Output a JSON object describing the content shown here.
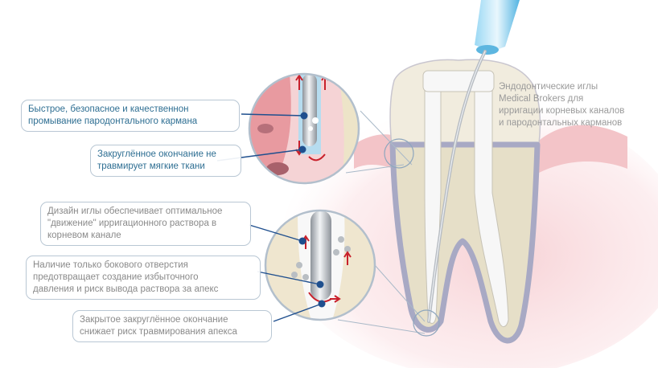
{
  "caption": {
    "lines": [
      "Эндодонтические иглы",
      "Medical Brokers для",
      "ирригации корневых каналов",
      "и пародонтальных карманов"
    ]
  },
  "callouts": [
    {
      "lines": [
        "Быстрое, безопасное и качественнон",
        "промывание пародонтального кармана"
      ]
    },
    {
      "lines": [
        "Закруглённое окончание не",
        "травмирует мягкие ткани"
      ]
    },
    {
      "lines": [
        "Дизайн иглы обеспечивает оптимальное",
        "\"движение\" ирригационного раствора в",
        "корневом канале"
      ]
    },
    {
      "lines": [
        "Наличие только бокового отверстия",
        "предотвращает создание избыточного",
        "давления и риск вывода раствора за апекс"
      ]
    },
    {
      "lines": [
        "Закрытое закруглённое окончание",
        "снижает риск травмирования апекса"
      ]
    }
  ],
  "colors": {
    "gum": "#f3c4c8",
    "gum_glow": "#fbe3e6",
    "enamel": "#ece4d0",
    "dentin": "#e3dcc6",
    "root_outline": "#a8a9c4",
    "canal": "#f7f7f7",
    "needle_hub": "#6cc3ec",
    "needle_metal": "#c4c8cc",
    "arrow_red": "#c8202b",
    "dot_blue": "#1f4f8e",
    "callout_border": "#b9c7d4",
    "text_blue": "#2f6f93",
    "text_gray": "#8a8a8a"
  }
}
